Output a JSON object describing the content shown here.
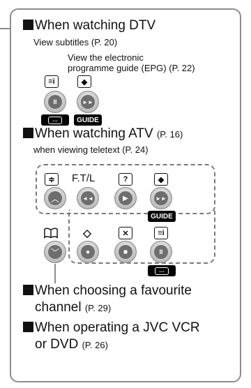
{
  "dtv": {
    "heading": "When watching DTV",
    "subtitles": "View subtitles",
    "subtitles_page": "(P. 20)",
    "epg_line1": "View the electronic",
    "epg_line2": "programme guide (EPG)",
    "epg_page": "(P. 22)",
    "guide_label": "GUIDE"
  },
  "atv": {
    "heading": "When watching ATV",
    "heading_page": "(P. 16)",
    "teletext": "when viewing teletext",
    "teletext_page": "(P. 24)",
    "ftl_label": "F.T/L",
    "guide_label": "GUIDE"
  },
  "favourite": {
    "line1": "When choosing a favourite",
    "line2": "channel",
    "page": "(P. 29)"
  },
  "jvc": {
    "line1": "When operating a JVC VCR",
    "line2": "or DVD",
    "page": "(P. 26)"
  },
  "icons": {
    "info": "i",
    "epg": "◆",
    "index": "≑",
    "reveal": "?",
    "book": "📖",
    "hold": "◇",
    "cancel": "✕",
    "ellipsis": "…",
    "pause": "II",
    "play": "▶",
    "ff": "►►",
    "rew": "◄◄",
    "up": "︿",
    "down": "﹀",
    "rec": "●",
    "stop": "■"
  }
}
